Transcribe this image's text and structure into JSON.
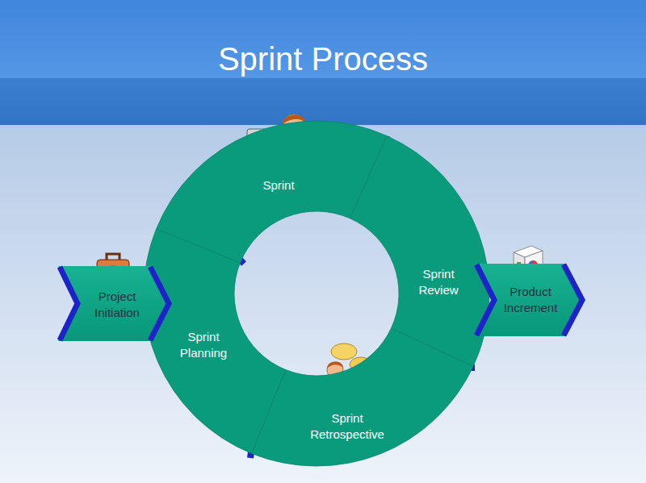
{
  "diagram": {
    "title": "Sprint Process",
    "nodes": [
      {
        "text": [
          "Project Initiation"
        ]
      },
      {
        "text": [
          "Sprint Planning"
        ]
      },
      {
        "text": [
          "Sprint"
        ]
      },
      {
        "text": [
          "Sprint Review"
        ]
      },
      {
        "text": [
          "Sprint Retrospective"
        ]
      },
      {
        "text": [
          "Product Increment"
        ]
      }
    ]
  }
}
